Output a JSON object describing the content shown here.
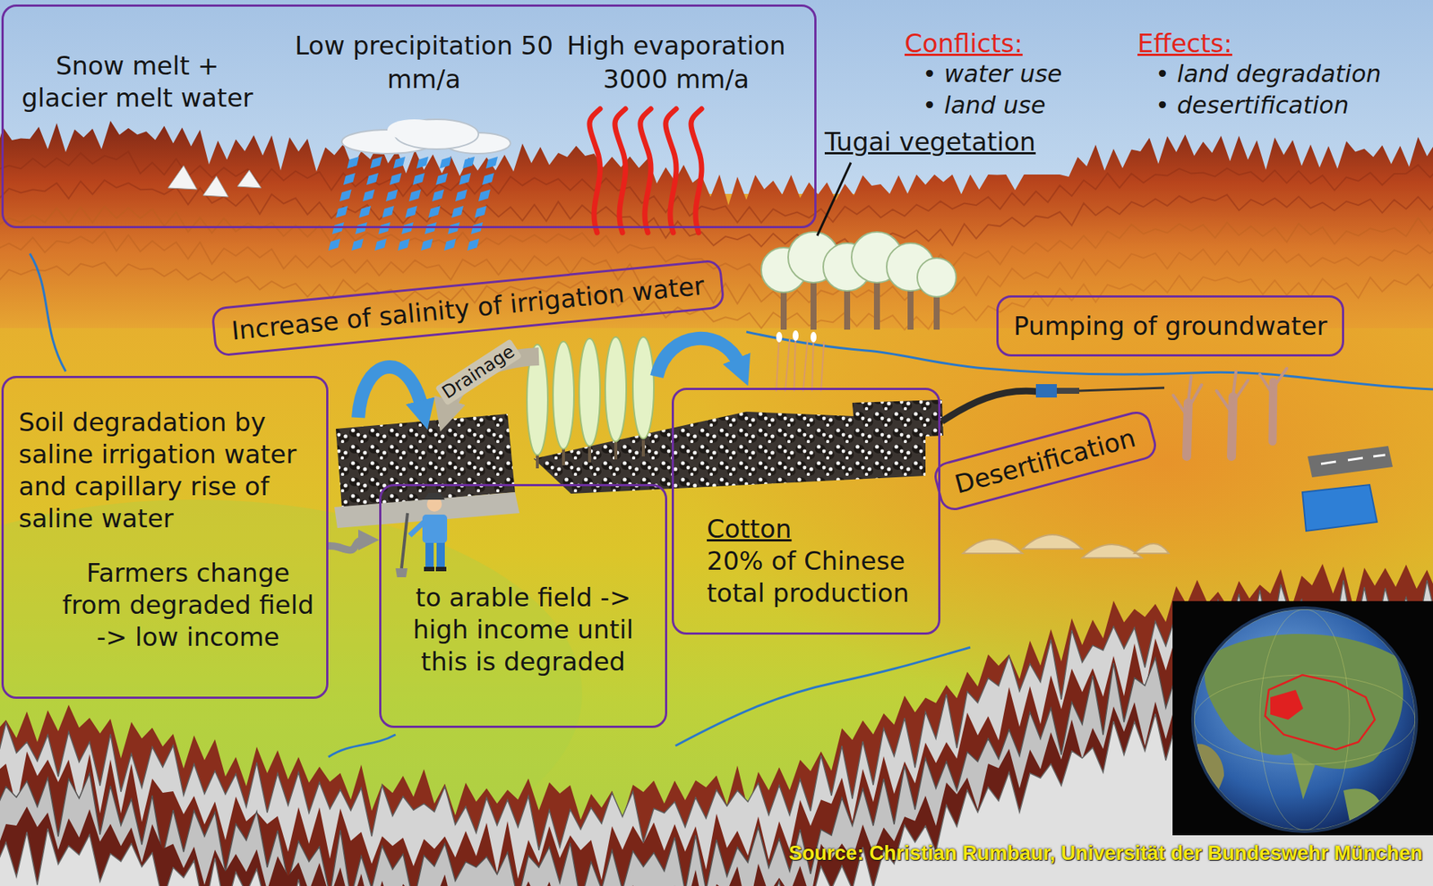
{
  "diagram": {
    "nodes": [
      {
        "text": [
          "Snow melt + glacier melt water",
          "Low precipitation 50 mm/a",
          "High evaporation 3000 mm/a"
        ]
      },
      {
        "text": [
          "Increase of salinity of irrigation water"
        ]
      },
      {
        "text": [
          "Pumping of groundwater"
        ]
      },
      {
        "text": [
          "Soil degradation by saline irrigation water and capillary rise of saline water",
          "Farmers change from degraded field -> low income"
        ]
      },
      {
        "text": [
          "to arable field -> high income until this is degraded"
        ]
      },
      {
        "text": [
          "Cotton",
          "20% of Chinese total production"
        ]
      },
      {
        "text": [
          "Desertification"
        ]
      }
    ],
    "edges": [
      {
        "from": 3,
        "to": 4,
        "arrow": "to"
      }
    ],
    "labels": [
      "Conflicts:",
      "• water use",
      "• land use",
      "Effects:",
      "• land degradation",
      "• desertification",
      "Tugai vegetation",
      "Drainage",
      "Source: Christian Rumbaur, Universität der Bundeswehr München"
    ]
  }
}
